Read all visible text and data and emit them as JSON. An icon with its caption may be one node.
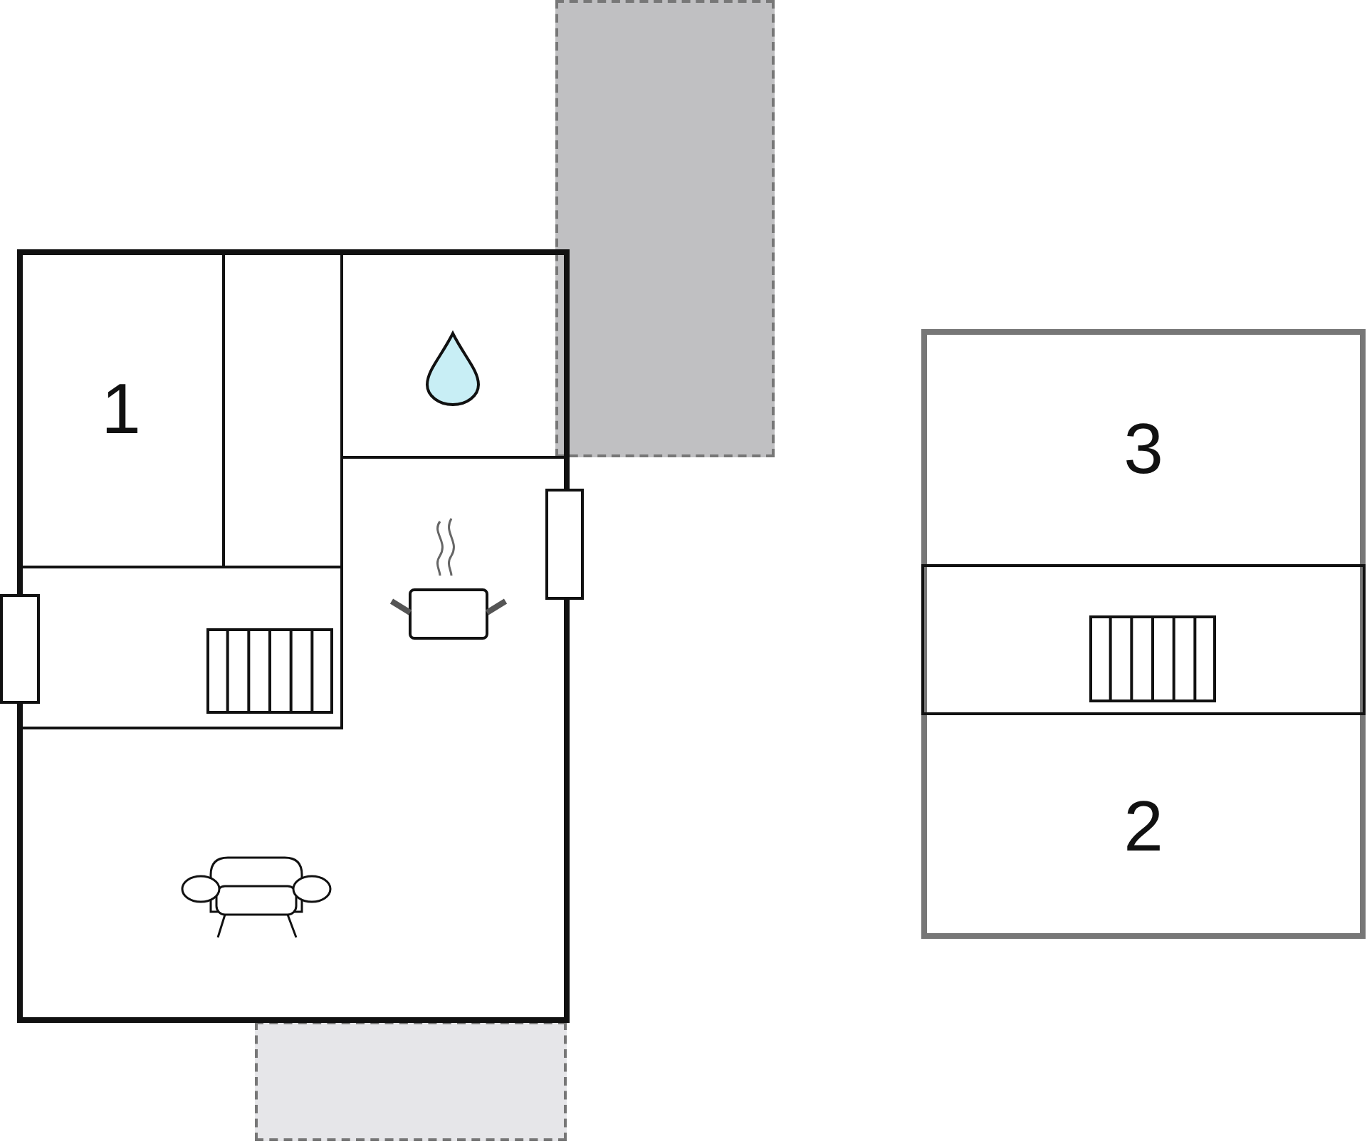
{
  "diagram": {
    "nodes": [
      {
        "text": [],
        "shape": "box"
      },
      {
        "text": [],
        "shape": "box"
      },
      {
        "text": [
          "1"
        ],
        "in": 1
      },
      {
        "text": [],
        "shape": "box",
        "in": 1
      },
      {
        "text": [],
        "shape": "box",
        "in": 1
      },
      {
        "text": [],
        "shape": "box",
        "in": 1
      },
      {
        "text": [],
        "shape": "box"
      },
      {
        "text": [
          "3"
        ],
        "in": 6
      },
      {
        "text": [],
        "shape": "box",
        "in": 6
      },
      {
        "text": [
          "2"
        ],
        "in": 6
      },
      {
        "text": [],
        "shape": "box"
      },
      {
        "text": [],
        "shape": "box"
      },
      {
        "text": [],
        "shape": "box"
      }
    ]
  }
}
